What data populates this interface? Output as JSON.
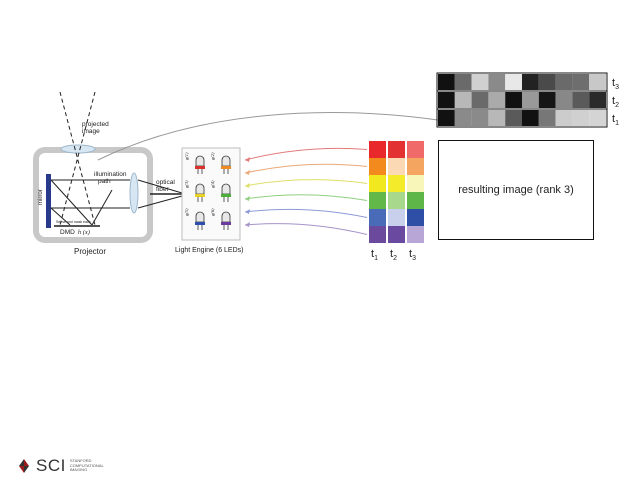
{
  "projector": {
    "title": "Projector",
    "projected_image_label": [
      "projected",
      "image"
    ],
    "illumination_path_label": [
      "illumination",
      "path"
    ],
    "mirror_label": "mirror",
    "dmd_label": "DMD",
    "dmd_formula": "h (x)",
    "small_label": "Sense and mask each"
  },
  "optical_fiber_label": [
    "optical",
    "fiber"
  ],
  "light_engine": {
    "title": "Light Engine (6 LEDs)",
    "leds": [
      {
        "label": "g(1)",
        "color": "#d8322a"
      },
      {
        "label": "g(2)",
        "color": "#f08a24"
      },
      {
        "label": "g(3)",
        "color": "#e8d21f"
      },
      {
        "label": "g(4)",
        "color": "#4caf3a"
      },
      {
        "label": "g(5)",
        "color": "#2f4fb0"
      },
      {
        "label": "g(6)",
        "color": "#6a3aa0"
      }
    ]
  },
  "arrow_colors": [
    "#e37b7b",
    "#eba879",
    "#dede6a",
    "#8fcf80",
    "#8d9ad6",
    "#a693c9"
  ],
  "color_matrix": {
    "columns": [
      "t1",
      "t2",
      "t3"
    ],
    "rows": [
      [
        "#e8282a",
        "#e23232",
        "#f06a6a"
      ],
      [
        "#f28a1e",
        "#fbd9b4",
        "#f4a560"
      ],
      [
        "#f2e820",
        "#f4ec2a",
        "#f8f6b8"
      ],
      [
        "#63b84a",
        "#a8d88c",
        "#5fb648"
      ],
      [
        "#4a6bb8",
        "#c8d0ec",
        "#2f4ea6"
      ],
      [
        "#6b4a9e",
        "#6a4aa0",
        "#b8a6d6"
      ]
    ]
  },
  "pattern_rows": [
    {
      "label": "t3",
      "cells": [
        "#111111",
        "#6a6a6a",
        "#d0d0d0",
        "#8a8a8a",
        "#e8e8e8",
        "#222222",
        "#4a4a4a",
        "#6a6a6a",
        "#6e6e6e",
        "#c8c8c8"
      ]
    },
    {
      "label": "t2",
      "cells": [
        "#111111",
        "#b8b8b8",
        "#6a6a6a",
        "#aaaaaa",
        "#111111",
        "#999999",
        "#161616",
        "#888888",
        "#5a5a5a",
        "#2a2a2a"
      ]
    },
    {
      "label": "t1",
      "cells": [
        "#111111",
        "#8a8a8a",
        "#8a8a8a",
        "#b8b8b8",
        "#5a5a5a",
        "#111111",
        "#777777",
        "#cccccc",
        "#d0d0d0",
        "#d4d4d4"
      ]
    }
  ],
  "result_label": "resulting image (rank 3)",
  "logo": {
    "text": "SCI",
    "subtext": [
      "STANFORD",
      "COMPUTATIONAL",
      "IMAGING"
    ]
  }
}
